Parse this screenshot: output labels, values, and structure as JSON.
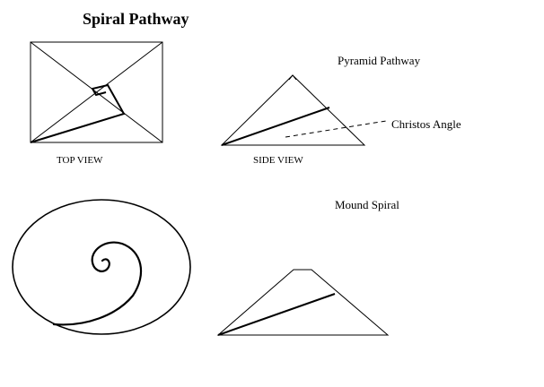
{
  "title": "Spiral Pathway",
  "labels": {
    "top_view": "TOP VIEW",
    "side_view": "SIDE VIEW",
    "pyramid_pathway": "Pyramid Pathway",
    "christos_angle": "Christos Angle",
    "mound_spiral": "Mound Spiral"
  },
  "colors": {
    "ink": "#000000",
    "background": "#ffffff"
  }
}
